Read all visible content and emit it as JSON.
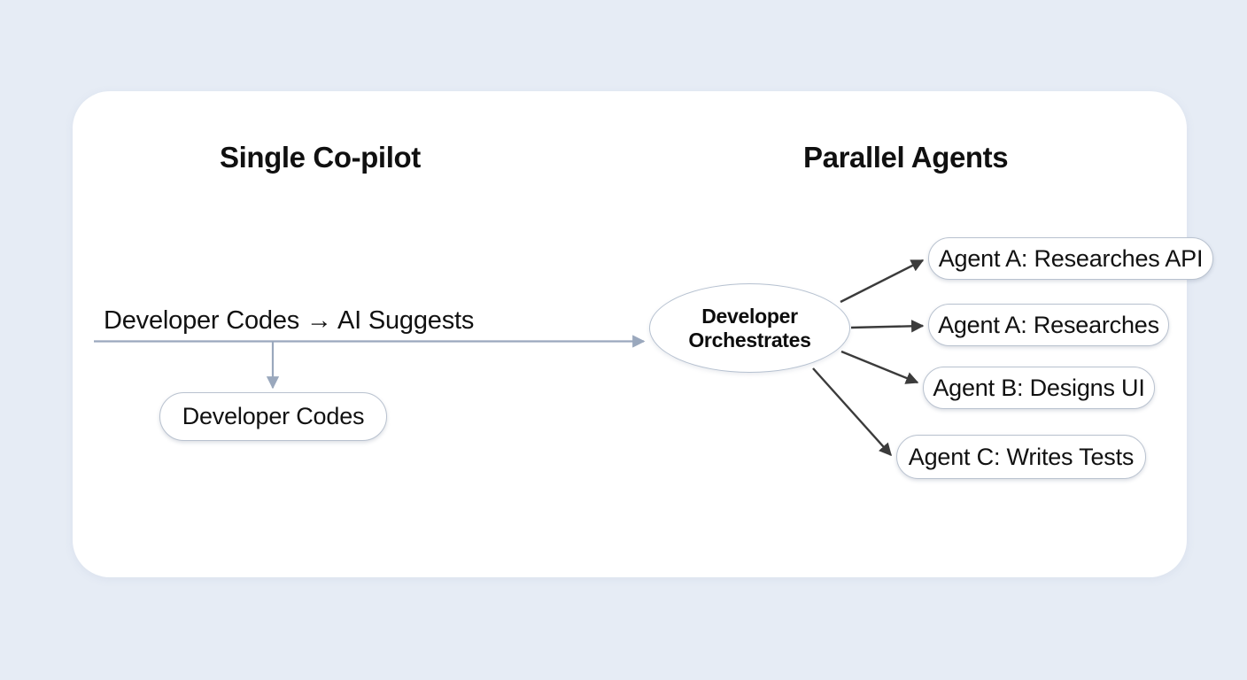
{
  "page": {
    "background_color": "#e6ecf5",
    "card_color": "#ffffff"
  },
  "diagram": {
    "type": "flow-diagram",
    "columns": [
      {
        "id": "single-copilot",
        "heading": "Single Co-pilot"
      },
      {
        "id": "parallel-agents",
        "heading": "Parallel Agents"
      }
    ],
    "left": {
      "heading": "Single Co-pilot",
      "flow_label": "Developer Codes → AI Suggests",
      "node": "Developer Codes"
    },
    "right": {
      "heading": "Parallel Agents",
      "orchestrator": {
        "line1": "Developer",
        "line2": "Orchestrates"
      },
      "agents": [
        {
          "id": "agent-a-api",
          "label": "Agent A: Researches API"
        },
        {
          "id": "agent-a",
          "label": "Agent A: Researches"
        },
        {
          "id": "agent-b",
          "label": "Agent B: Designs UI"
        },
        {
          "id": "agent-c",
          "label": "Agent C: Writes Tests"
        }
      ]
    },
    "edges": [
      {
        "from": "developer-codes-ai-suggests",
        "to": "developer-orchestrates",
        "style": "light-blue-arrow"
      },
      {
        "from": "developer-codes-ai-suggests",
        "to": "developer-codes",
        "style": "light-blue-arrow"
      },
      {
        "from": "developer-orchestrates",
        "to": "agent-a-api",
        "style": "dark-arrow"
      },
      {
        "from": "developer-orchestrates",
        "to": "agent-a",
        "style": "dark-arrow"
      },
      {
        "from": "developer-orchestrates",
        "to": "agent-b",
        "style": "dark-arrow"
      },
      {
        "from": "developer-orchestrates",
        "to": "agent-c",
        "style": "dark-arrow"
      }
    ],
    "colors": {
      "node_border": "#b9c2cf",
      "light_arrow": "#9aa8bd",
      "dark_arrow": "#3b3b3b",
      "text": "#111111"
    }
  }
}
